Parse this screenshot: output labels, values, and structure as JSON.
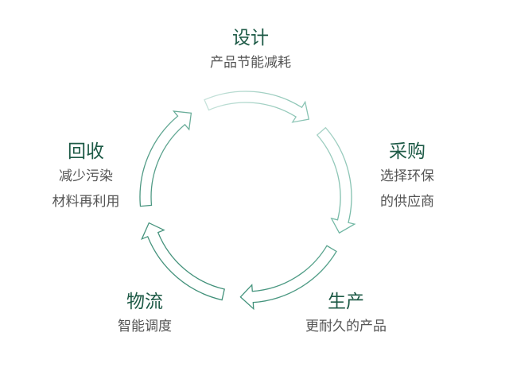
{
  "diagram": {
    "stages": [
      {
        "id": "design",
        "title": "设计",
        "lines": [
          "产品节能减耗"
        ]
      },
      {
        "id": "procurement",
        "title": "采购",
        "lines": [
          "选择环保",
          "的供应商"
        ]
      },
      {
        "id": "production",
        "title": "生产",
        "lines": [
          "更耐久的产品"
        ]
      },
      {
        "id": "logistics",
        "title": "物流",
        "lines": [
          "智能调度"
        ]
      },
      {
        "id": "recycling",
        "title": "回收",
        "lines": [
          "减少污染",
          "材料再利用"
        ]
      }
    ],
    "colors": {
      "title": "#1d5a46",
      "text": "#555555",
      "arrow_stroke": "#5fae98",
      "arrow_fill": "#ffffff"
    }
  }
}
